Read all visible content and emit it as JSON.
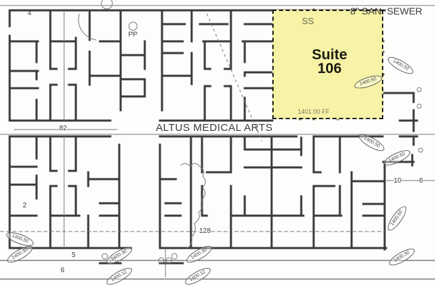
{
  "plan": {
    "building_name": "ALTUS MEDICAL ARTS",
    "highlight": {
      "label_line1": "Suite",
      "label_line2": "106",
      "fill_color": "#f7f3a6",
      "border_color": "#1c1c1c"
    },
    "annotations": {
      "ss": "SS",
      "san_sewer": "8\" SAN. SEWER",
      "pp": "PP",
      "finished_floor": "1401.00 FF",
      "dim_4": "4",
      "dim_82": "82",
      "dim_2": "2",
      "dim_5": "5",
      "dim_6": "6",
      "dim_128": "128",
      "dim_10": "10",
      "dim_6_right": "6"
    },
    "elevations": [
      {
        "id": "e1",
        "text": "1400.50"
      },
      {
        "id": "e2",
        "text": "1400.50"
      },
      {
        "id": "e3",
        "text": "1400.50"
      },
      {
        "id": "e4",
        "text": "1400.50"
      },
      {
        "id": "e5",
        "text": "1400.50"
      },
      {
        "id": "e6",
        "text": "1400.50"
      },
      {
        "id": "e7",
        "text": "1400.30"
      },
      {
        "id": "e8",
        "text": "1400.30"
      },
      {
        "id": "e9",
        "text": "1400.30"
      },
      {
        "id": "e10",
        "text": "1400.30"
      },
      {
        "id": "e11",
        "text": "1400.12"
      },
      {
        "id": "e12",
        "text": "1400.12"
      }
    ]
  }
}
